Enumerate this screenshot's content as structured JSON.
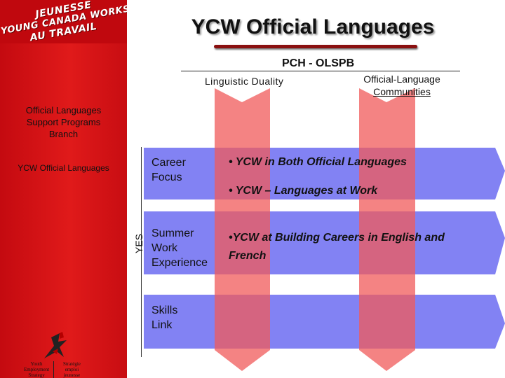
{
  "logo": {
    "line1": "JEUNESSE",
    "line2": "YOUNG CANADA WORKS",
    "line3": "AU TRAVAIL"
  },
  "title": "YCW Official Languages",
  "pch": "PCH - OLSPB",
  "columns": {
    "linguistic_duality": "Linguistic Duality",
    "ol_communities_line1": "Official-Language",
    "ol_communities_line2": "Communities"
  },
  "sidebar": {
    "branch_line1": "Official Languages",
    "branch_line2": "Support Programs",
    "branch_line3": "Branch",
    "ycw_ol": "YCW Official Languages"
  },
  "yes_label": "YES",
  "rows": [
    {
      "label_line1": "Career",
      "label_line2": "Focus",
      "label_line3": ""
    },
    {
      "label_line1": "Summer",
      "label_line2": "Work",
      "label_line3": "Experience"
    },
    {
      "label_line1": "Skills",
      "label_line2": "Link",
      "label_line3": ""
    }
  ],
  "bullets": {
    "b1": "• YCW in Both Official Languages",
    "b2": "• YCW – Languages at Work",
    "b3_line1": "•YCW at Building Careers in English and",
    "b3_line2": "French"
  },
  "footer": {
    "youth_line1": "Youth",
    "youth_line2": "Employment",
    "youth_line3": "Strategy",
    "strat_line1": "Stratégie",
    "strat_line2": "emploi",
    "strat_line3": "jeunesse"
  },
  "colors": {
    "sidebar_red": "#e01a1a",
    "horizontal_arrow": "#7b7bf2",
    "vertical_arrow": "#f47070",
    "overlap": "#9a4dd0"
  }
}
